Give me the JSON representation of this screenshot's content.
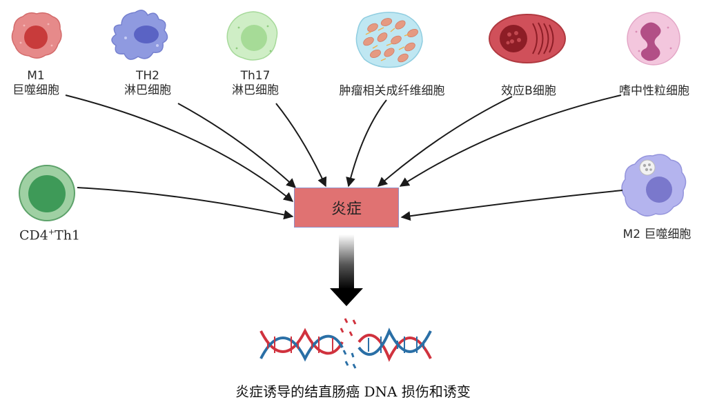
{
  "cells": {
    "m1": {
      "line1": "M1",
      "line2": "巨噬细胞"
    },
    "th2": {
      "line1": "TH2",
      "line2": "淋巴细胞"
    },
    "th17": {
      "line1": "Th17",
      "line2": "淋巴细胞"
    },
    "caf": {
      "label": "肿瘤相关成纤维细胞"
    },
    "effector_b": {
      "label": "效应B细胞"
    },
    "neutrophil": {
      "label": "嗜中性粒细胞"
    },
    "cd4": {
      "label_base": "CD4",
      "label_sup": "+",
      "label_tail": "Th1"
    },
    "m2": {
      "label": "M2 巨噬细胞"
    }
  },
  "center": {
    "label": "炎症"
  },
  "caption": "炎症诱导的结直肠癌 DNA 损伤和诱变",
  "colors": {
    "center_fill": "#e07272",
    "dna_red": "#d0323e",
    "dna_blue": "#2a6fa6",
    "arrow": "#1a1a1a"
  }
}
